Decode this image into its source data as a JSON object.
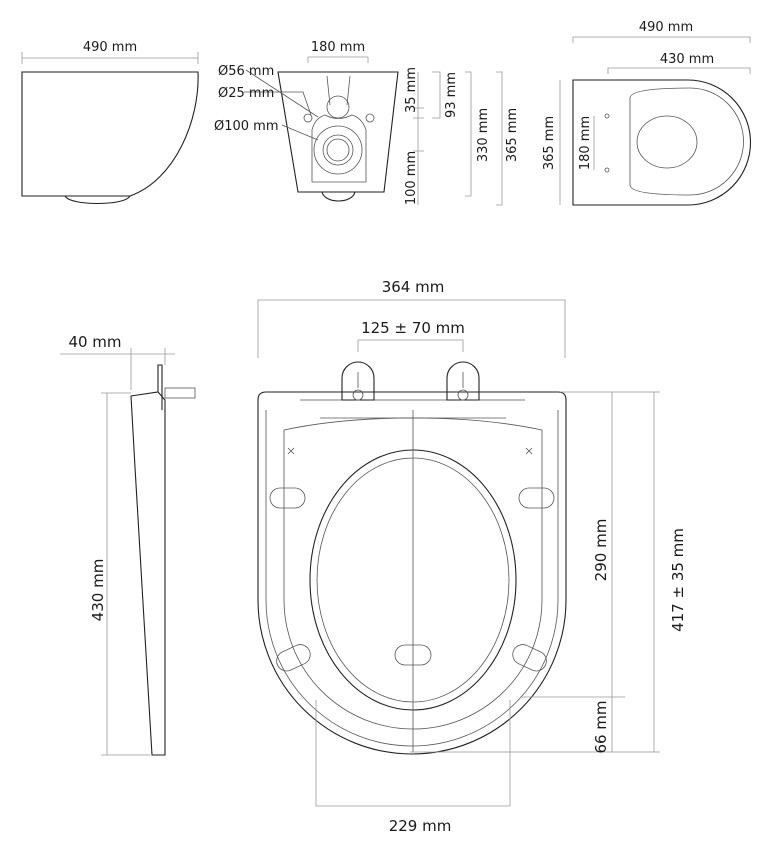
{
  "top_side_view": {
    "width_label": "490 mm"
  },
  "top_front_view": {
    "width_label": "180 mm",
    "d56_label": "Ø56 mm",
    "d25_label": "Ø25 mm",
    "d100_label": "Ø100 mm",
    "h35_label": "35 mm",
    "h100_label": "100 mm",
    "h93_label": "93 mm",
    "h330_label": "330 mm",
    "h365_label": "365 mm"
  },
  "top_plan_view": {
    "length_label": "490 mm",
    "inner_length_label": "430 mm",
    "width_label": "365 mm",
    "hole_spacing_label": "180 mm"
  },
  "seat_side_view": {
    "thickness_label": "40 mm",
    "length_label": "430 mm"
  },
  "seat_front_view": {
    "width_label": "364 mm",
    "hinge_spacing_label": "125 ± 70 mm",
    "h290_label": "290 mm",
    "h66_label": "66 mm",
    "total_length_label": "417  ± 35 mm",
    "inner_width_label": "229 mm"
  }
}
